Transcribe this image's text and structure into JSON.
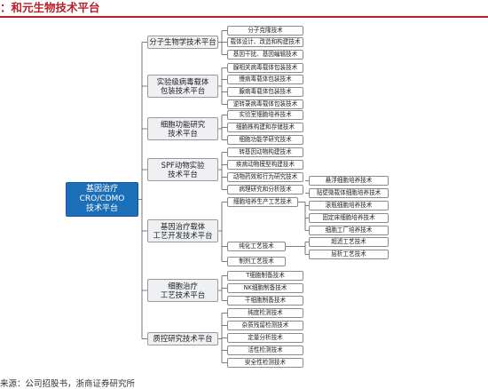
{
  "header": {
    "title": "：和元生物技术平台"
  },
  "root": {
    "label": "基因治疗\nCRO/CDMO\n技术平台"
  },
  "platforms": [
    {
      "label": "分子生物学技术平台",
      "items": [
        "分子克隆技术",
        "载体设计、改造和构建技术",
        "基因干扰、基因编辑技术"
      ]
    },
    {
      "label": "实验级病毒载体\n包装技术平台",
      "items": [
        "腺相关病毒载体包装技术",
        "慢病毒载体包装技术",
        "腺病毒载体包装技术",
        "逆转录病毒载体包装技术"
      ]
    },
    {
      "label": "细胞功能研究\n技术平台",
      "items": [
        "实验室细胞培养技术",
        "细胞株构建和存储技术",
        "细胞功能学研究技术"
      ]
    },
    {
      "label": "SPF动物实验\n技术平台",
      "items": [
        "转基因动物构建技术",
        "疾病动物模型构建技术",
        "动物药效和行为研究技术",
        "病理研究和分析技术"
      ]
    },
    {
      "label": "基因治疗载体\n工艺开发技术平台",
      "items": [
        "细胞培养生产工艺技术",
        "纯化工艺技术",
        "制剂工艺技术"
      ]
    },
    {
      "label": "细胞治疗\n工艺技术平台",
      "items": [
        "T细胞制备技术",
        "NK细胞制备技术",
        "干细胞制备技术"
      ]
    },
    {
      "label": "质控研究技术平台",
      "items": [
        "纯度检测技术",
        "杂质残留检测技术",
        "定量分析技术",
        "活性检测技术",
        "安全性检测技术"
      ]
    }
  ],
  "culture_subitems": [
    "悬浮细胞培养技术",
    "贴壁微载体细胞培养技术",
    "滚瓶细胞培养技术",
    "固定床细胞培养技术",
    "细胞工厂培养技术"
  ],
  "purification_subitems": [
    "超滤工艺技术",
    "层析工艺技术"
  ],
  "footer": {
    "source": "来源：公司招股书，浙商证券研究所"
  }
}
